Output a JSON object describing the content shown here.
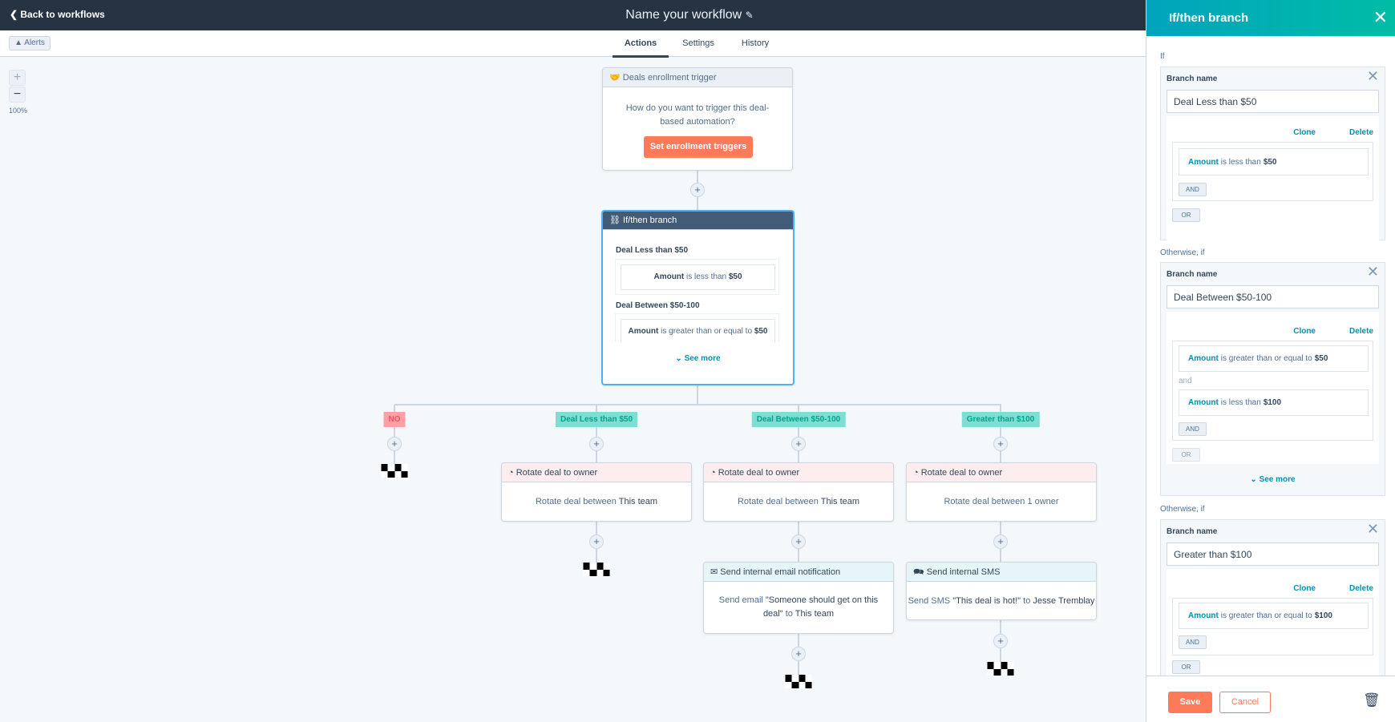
{
  "header": {
    "back_label": "Back to workflows",
    "title": "Name your workflow",
    "edit_icon": "pencil-icon"
  },
  "tabs": [
    {
      "label": "Actions",
      "active": true
    },
    {
      "label": "Settings"
    },
    {
      "label": "History"
    }
  ],
  "alerts_label": "Alerts",
  "zoom": {
    "plus": "+",
    "minus": "−",
    "level": "100%"
  },
  "trigger": {
    "header": "Deals enrollment trigger",
    "body": "How do you want to trigger this deal-based automation?",
    "button": "Set enrollment triggers"
  },
  "branch_node": {
    "header": "If/then branch",
    "b1_title": "Deal Less than $50",
    "b1_prop": "Amount",
    "b1_op": "is less than",
    "b1_val": "$50",
    "b2_title": "Deal Between $50-100",
    "b2_prop": "Amount",
    "b2_op": "is greater than or equal to",
    "b2_val": "$50",
    "see_more": "See more"
  },
  "branch_labels": [
    {
      "label": "NO",
      "color": "#ff9fa6",
      "text": "#f2545b"
    },
    {
      "label": "Deal Less than $50",
      "color": "#7fded3",
      "text": "#00a38d"
    },
    {
      "label": "Deal Between $50-100",
      "color": "#7fded3",
      "text": "#00a38d"
    },
    {
      "label": "Greater than $100",
      "color": "#7fded3",
      "text": "#00a38d"
    }
  ],
  "actions": {
    "rotate1": {
      "header": "Rotate deal to owner",
      "text": "Rotate deal between",
      "bold": "This team"
    },
    "rotate2": {
      "header": "Rotate deal to owner",
      "text": "Rotate deal between",
      "bold": "This team"
    },
    "rotate3": {
      "header": "Rotate deal to owner",
      "text": "Rotate deal between 1 owner"
    },
    "email": {
      "header": "Send internal email notification",
      "pre": "Send email",
      "quote": "\"Someone should get on this deal\"",
      "mid": "to",
      "bold": "This team"
    },
    "sms": {
      "header": "Send internal SMS",
      "pre": "Send SMS",
      "quote": "\"This deal is hot!\"",
      "mid": "to",
      "bold": "Jesse Tremblay"
    }
  },
  "panel": {
    "title": "If/then branch",
    "if_label": "If",
    "otherwise_label": "Otherwise, if",
    "branch_name_label": "Branch name",
    "clone": "Clone",
    "delete": "Delete",
    "and_btn": "AND",
    "or_btn": "OR",
    "and_text": "and",
    "see_more": "See more",
    "branches": [
      {
        "name": "Deal Less than $50",
        "conditions": [
          {
            "prop": "Amount",
            "op": "is less than",
            "val": "$50"
          }
        ]
      },
      {
        "name": "Deal Between $50-100",
        "conditions": [
          {
            "prop": "Amount",
            "op": "is greater than or equal to",
            "val": "$50"
          },
          {
            "prop": "Amount",
            "op": "is less than",
            "val": "$100"
          }
        ]
      },
      {
        "name": "Greater than $100",
        "conditions": [
          {
            "prop": "Amount",
            "op": "is greater than or equal to",
            "val": "$100"
          }
        ]
      }
    ],
    "save": "Save",
    "cancel": "Cancel"
  },
  "colors": {
    "topbar": "#253342",
    "accent": "#ff7a59",
    "teal": "#00a4bd",
    "branch_header": "#425b76",
    "rotate_header": "#fdedee",
    "notify_header": "#e5f5f8",
    "selected_border": "#4fb1f3"
  }
}
